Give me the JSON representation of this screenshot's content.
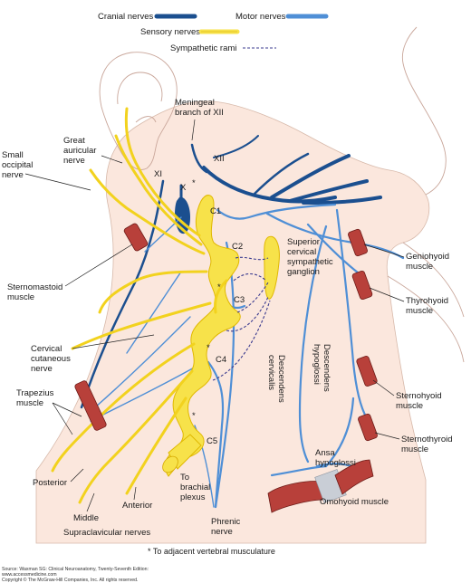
{
  "legend": {
    "cranial": "Cranial nerves",
    "motor": "Motor nerves",
    "sensory": "Sensory nerves",
    "sympathetic": "Sympathetic rami"
  },
  "labels": {
    "meningeal": [
      "Meningeal",
      "branch of XII"
    ],
    "xii": "XII",
    "xi": "XI",
    "x": "X",
    "c1": "C1",
    "c2": "C2",
    "c3": "C3",
    "c4": "C4",
    "c5": "C5",
    "great_auricular": [
      "Great",
      "auricular",
      "nerve"
    ],
    "small_occipital": [
      "Small",
      "occipital",
      "nerve"
    ],
    "superior_ganglion": [
      "Superior",
      "cervical",
      "sympathetic",
      "ganglion"
    ],
    "geniohyoid": [
      "Geniohyoid",
      "muscle"
    ],
    "thyrohyoid": [
      "Thyrohyoid",
      "muscle"
    ],
    "sternomastoid": [
      "Sternomastoid",
      "muscle"
    ],
    "cervical_cutaneous": [
      "Cervical",
      "cutaneous",
      "nerve"
    ],
    "trapezius": [
      "Trapezius",
      "muscle"
    ],
    "descendens_hypoglossi": [
      "Descendens",
      "hypoglossi"
    ],
    "descendens_cervicalis": [
      "Descendens",
      "cervicalis"
    ],
    "sternohyoid": [
      "Sternohyoid",
      "muscle"
    ],
    "sternothyroid": [
      "Sternothyroid",
      "muscle"
    ],
    "ansa": [
      "Ansa",
      "hypoglossi"
    ],
    "omohyoid": "Omohyoid muscle",
    "to_brachial": [
      "To",
      "brachial",
      "plexus"
    ],
    "phrenic": [
      "Phrenic",
      "nerve"
    ],
    "posterior": "Posterior",
    "middle": "Middle",
    "anterior": "Anterior",
    "supraclavicular": "Supraclavicular nerves",
    "asterisk": "*"
  },
  "footnote": "* To adjacent vertebral musculature",
  "credits": [
    "Source: Waxman SG: Clinical Neuroanatomy, Twenty-Seventh Edition:",
    "www.accessmedicine.com",
    "Copyright © The McGraw-Hill Companies, Inc. All rights reserved."
  ],
  "colors": {
    "cranial_nerve": "#1b4f8f",
    "motor_nerve": "#4f8fd6",
    "sensory_nerve": "#f7e24a",
    "sympathetic_rami": "#3b3b8f",
    "muscle": "#b8403a",
    "skin": "#fbe7dd"
  }
}
